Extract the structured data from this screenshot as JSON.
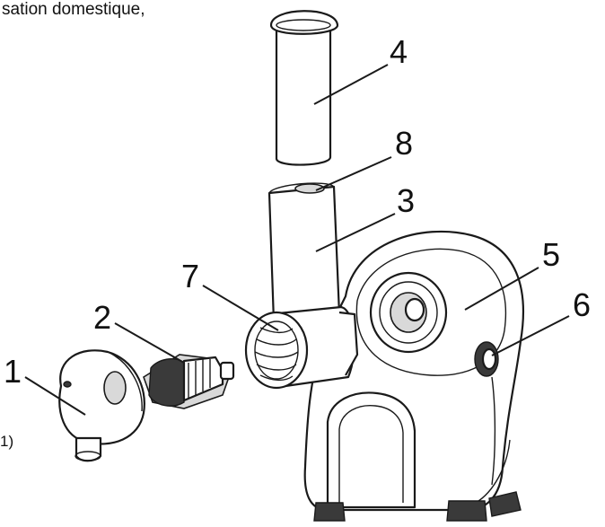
{
  "caption": "sation domestique,",
  "side_note": "1)",
  "callouts": [
    {
      "id": "1",
      "label": "1"
    },
    {
      "id": "2",
      "label": "2"
    },
    {
      "id": "3",
      "label": "3"
    },
    {
      "id": "4",
      "label": "4"
    },
    {
      "id": "5",
      "label": "5"
    },
    {
      "id": "6",
      "label": "6"
    },
    {
      "id": "7",
      "label": "7"
    },
    {
      "id": "8",
      "label": "8"
    }
  ]
}
